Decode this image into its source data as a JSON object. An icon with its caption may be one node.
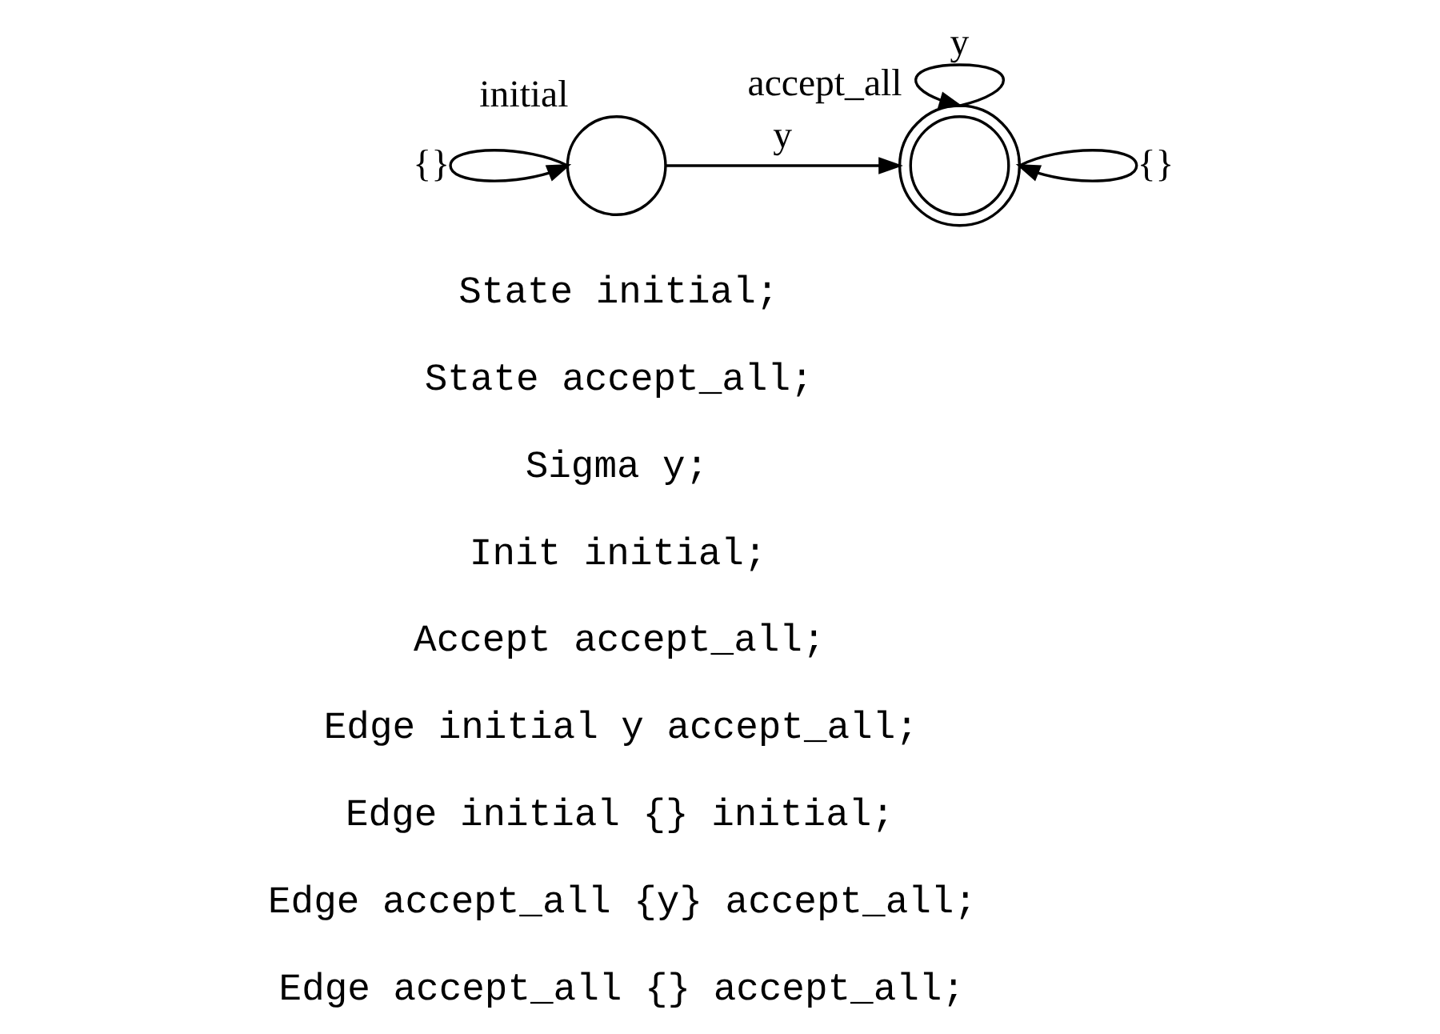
{
  "diagram": {
    "nodes": [
      {
        "text": [],
        "shape": "circle",
        "beside": [
          "initial"
        ]
      },
      {
        "text": [],
        "shape": "circle",
        "beside": [
          "accept_all"
        ]
      }
    ],
    "edges": [
      {
        "from": 0,
        "to": 1,
        "arrow": "to",
        "label": "y"
      },
      {
        "from": 0,
        "to": 0,
        "arrow": "to",
        "label": "{}"
      },
      {
        "from": 1,
        "to": 1,
        "arrow": "to",
        "label": "y"
      },
      {
        "from": 1,
        "to": 1,
        "arrow": "to",
        "label": "{}"
      }
    ],
    "labels": [
      "State initial;",
      "State accept_all;",
      "Sigma y;",
      "Init initial;",
      "Accept accept_all;",
      "Edge initial y accept_all;",
      "Edge initial {} initial;",
      "Edge accept_all {y} accept_all;",
      "Edge accept_all {} accept_all;"
    ]
  }
}
